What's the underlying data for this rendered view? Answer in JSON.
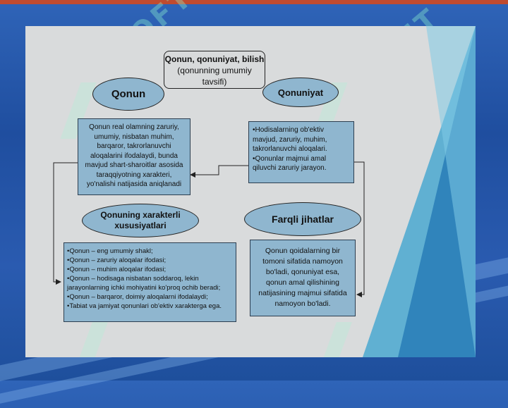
{
  "diagram": {
    "title": {
      "line1": "Qonun, qonuniyat, bilish",
      "line2": "(qonunning umumiy tavsifi)"
    },
    "qonun": {
      "label": "Qonun",
      "description": "Qonun real olamning zaruriy, umumiy, nisbatan muhim, barqaror, takrorlanuvchi aloqalarini ifodalaydi, bunda mavjud shart-sharoitlar asosida taraqqiyotning xarakteri, yo'nalishi natijasida aniqlanadi"
    },
    "qonuniyat": {
      "label": "Qonuniyat",
      "items": [
        "•Hodisalarning ob'ektiv mavjud, zaruriy, muhim, takrorlanuvchi aloqalari.",
        "•Qonunlar majmui amal qiluvchi zaruriy jarayon."
      ]
    },
    "xarakter": {
      "label_line1": "Qonuning xarakterli",
      "label_line2": "xususiyatlari",
      "items": [
        "•Qonun – eng umumiy shakl;",
        "•Qonun – zaruriy aloqalar ifodasi;",
        "•Qonun – muhim aloqalar ifodasi;",
        "•Qonun – hodisaga nisbatan soddaroq, lekin jarayonlarning ichki mohiyatini ko'proq ochib beradi;",
        "•Qonun – barqaror, doimiy aloqalarni ifodalaydi;",
        "•Tabiat va jamiyat qonunlari ob'ektiv xarakterga ega."
      ]
    },
    "farq": {
      "label": "Farqli jihatlar",
      "description": "Qonun qoidalarning bir tomoni sifatida namoyon bo'ladi, qonuniyat esa, qonun amal qilishining natijasining majmui sifatida namoyon bo'ladi."
    }
  },
  "colors": {
    "slide_bg": "#d9dbdc",
    "node_fill": "#8fb6cf",
    "border": "#222222",
    "background_blue": "#2a5bb0",
    "accent_red": "#c04b2f"
  },
  "watermark": "SOFT"
}
